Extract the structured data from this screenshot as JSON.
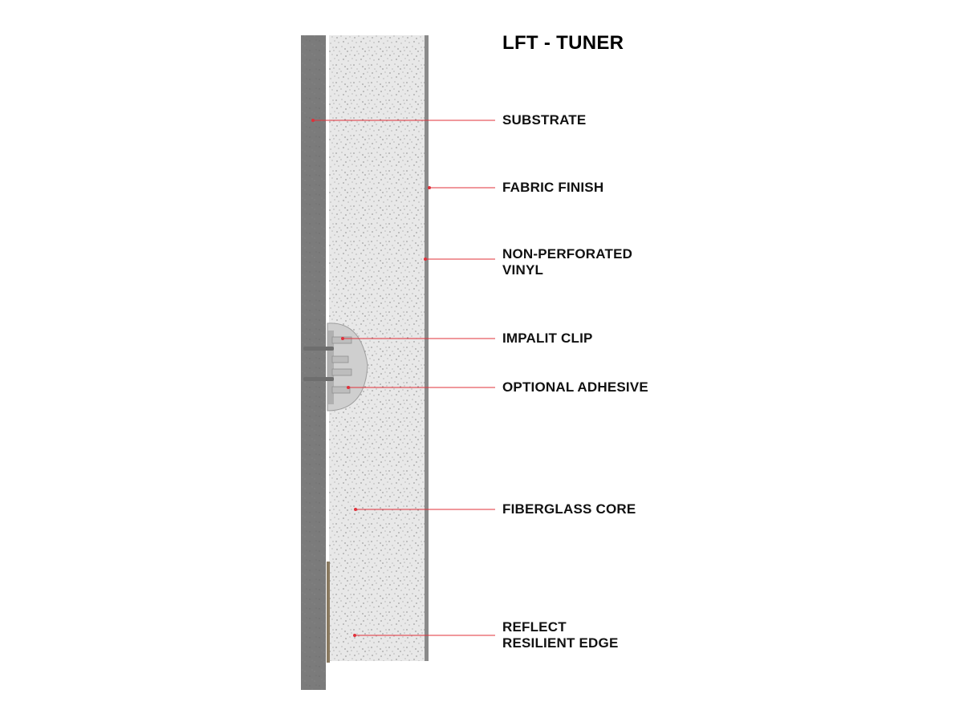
{
  "title": "LFT - TUNER",
  "colors": {
    "substrate": "#7d7d7d",
    "core": "#e6e6e6",
    "fabric_edge": "#8a8a8a",
    "clip": "#bdbdbd",
    "leader": "#e0303a"
  },
  "callouts": [
    {
      "id": "substrate",
      "lines": [
        "SUBSTRATE"
      ]
    },
    {
      "id": "fabric-finish",
      "lines": [
        "FABRIC FINISH"
      ]
    },
    {
      "id": "non-perforated-vinyl",
      "lines": [
        "NON-PERFORATED",
        "VINYL"
      ]
    },
    {
      "id": "impalit-clip",
      "lines": [
        "IMPALIT CLIP"
      ]
    },
    {
      "id": "optional-adhesive",
      "lines": [
        "OPTIONAL ADHESIVE"
      ]
    },
    {
      "id": "fiberglass-core",
      "lines": [
        "FIBERGLASS CORE"
      ]
    },
    {
      "id": "reflect-resilient-edge",
      "lines": [
        "REFLECT",
        "RESILIENT EDGE"
      ]
    }
  ]
}
